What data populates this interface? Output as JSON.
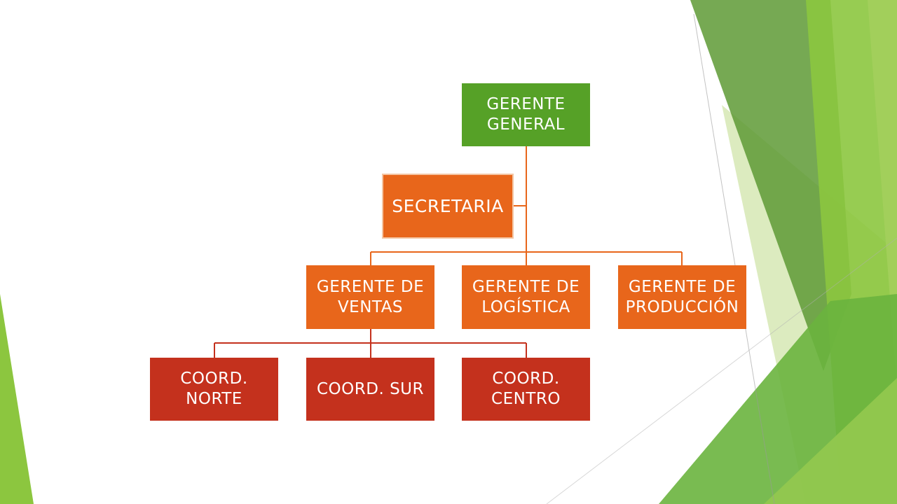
{
  "colors": {
    "root": "#56a127",
    "mid": "#e8661b",
    "leaf": "#c4311d",
    "connector_mid": "#e8661b",
    "connector_leaf": "#c4311d",
    "accent_green_light": "#8cc63f",
    "accent_green_dark": "#5e9a35"
  },
  "org_chart": {
    "root": {
      "label": "GERENTE\nGENERAL"
    },
    "assistant": {
      "label": "SECRETARIA"
    },
    "managers": [
      {
        "label": "GERENTE DE\nVENTAS"
      },
      {
        "label": "GERENTE DE\nLOGÍSTICA"
      },
      {
        "label": "GERENTE DE\nPRODUCCIÓN"
      }
    ],
    "coordinators": [
      {
        "label": "COORD.\nNORTE"
      },
      {
        "label": "COORD. SUR"
      },
      {
        "label": "COORD.\nCENTRO"
      }
    ]
  }
}
